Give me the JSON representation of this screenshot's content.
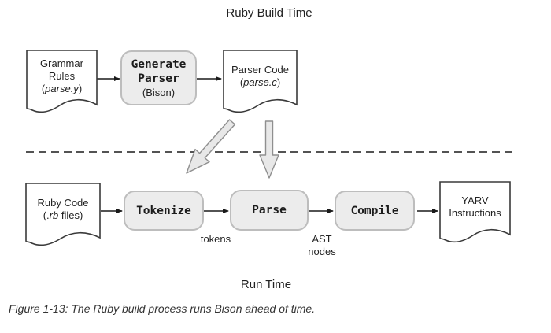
{
  "section_labels": {
    "build_time": "Ruby Build Time",
    "run_time": "Run Time"
  },
  "caption": "Figure 1-13: The Ruby build process runs Bison ahead of time.",
  "nodes": {
    "grammar_doc": {
      "lines": [
        [
          {
            "t": "Grammar"
          }
        ],
        [
          {
            "t": "Rules"
          }
        ],
        [
          {
            "t": "("
          },
          {
            "t": "parse.y",
            "c": "it"
          },
          {
            "t": ")"
          }
        ]
      ]
    },
    "generate_box": {
      "lines": [
        [
          {
            "t": "Generate",
            "c": "code"
          }
        ],
        [
          {
            "t": "Parser",
            "c": "code"
          }
        ],
        [
          {
            "t": "(Bison)"
          }
        ]
      ]
    },
    "parser_doc": {
      "lines": [
        [
          {
            "t": "Parser Code"
          }
        ],
        [
          {
            "t": "("
          },
          {
            "t": "parse.c",
            "c": "it"
          },
          {
            "t": ")"
          }
        ]
      ]
    },
    "ruby_doc": {
      "lines": [
        [
          {
            "t": "Ruby Code"
          }
        ],
        [
          {
            "t": "(."
          },
          {
            "t": "rb",
            "c": "it"
          },
          {
            "t": " files)"
          }
        ]
      ]
    },
    "tokenize_box": {
      "lines": [
        [
          {
            "t": "Tokenize",
            "c": "code"
          }
        ]
      ]
    },
    "parse_box": {
      "lines": [
        [
          {
            "t": "Parse",
            "c": "code"
          }
        ]
      ]
    },
    "compile_box": {
      "lines": [
        [
          {
            "t": "Compile",
            "c": "code"
          }
        ]
      ]
    },
    "yarv_doc": {
      "lines": [
        [
          {
            "t": "YARV"
          }
        ],
        [
          {
            "t": "Instructions"
          }
        ]
      ]
    }
  },
  "flow_labels": {
    "tokens": "tokens",
    "ast_line1": "AST",
    "ast_line2": "nodes"
  },
  "colors": {
    "box_fill": "#ececec",
    "box_border": "#bdbdbd",
    "doc_border": "#3a3a3a",
    "arrow_fill": "#e8e8e8",
    "arrow_stroke": "#8f8f8f",
    "connector": "#1a1a1a",
    "text": "#222222"
  }
}
